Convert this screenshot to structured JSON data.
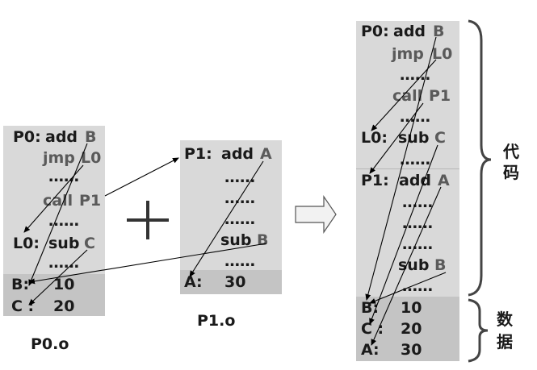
{
  "p0": {
    "filename": "P0.o",
    "l_p0": "P0:",
    "add": "add",
    "add_arg": "B",
    "jmp": "jmp",
    "jmp_arg": "L0",
    "dots1": "……",
    "call": "call",
    "call_arg": "P1",
    "dots2": "……",
    "l_l0": "L0:",
    "sub": "sub",
    "sub_arg": "C",
    "dots3": "……",
    "b_label": "B:",
    "b_val": "10",
    "c_label": "C :",
    "c_val": "20"
  },
  "p1": {
    "filename": "P1.o",
    "l_p1": "P1:",
    "add": "add",
    "add_arg": "A",
    "dots1": "……",
    "dots2": "……",
    "dots3": "……",
    "sub": "sub",
    "sub_arg": "B",
    "dots4": "……",
    "a_label": "A:",
    "a_val": "30"
  },
  "merged": {
    "l_p0": "P0:",
    "add": "add",
    "add_arg": "B",
    "jmp": "jmp",
    "jmp_arg": "L0",
    "dots1": "……",
    "call": "call",
    "call_arg": "P1",
    "dots2": "……",
    "l_l0": "L0:",
    "sub": "sub",
    "sub_arg": "C",
    "dots3": "……",
    "l_p1": "P1:",
    "add2": "add",
    "add2_arg": "A",
    "dots4": "……",
    "dots5": "……",
    "dots6": "……",
    "sub2": "sub",
    "sub2_arg": "B",
    "dots7": "……",
    "b_label": "B:",
    "b_val": "10",
    "c_label": "C :",
    "c_val": "20",
    "a_label": "A:",
    "a_val": "30"
  },
  "braces": {
    "code_char1": "代",
    "code_char2": "码",
    "data_char1": "数",
    "data_char2": "据"
  },
  "colors": {
    "code_bg": "#d9d9d9",
    "data_bg": "#c4c4c4",
    "arrow": "#000000"
  }
}
